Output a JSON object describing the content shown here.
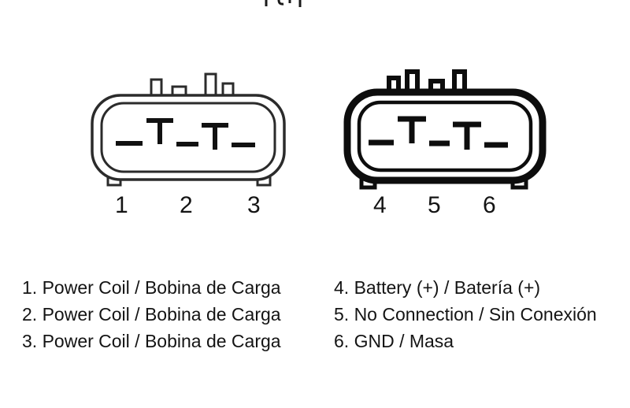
{
  "connectors": {
    "left": {
      "pins": [
        "1",
        "2",
        "3"
      ]
    },
    "right": {
      "pins": [
        "4",
        "5",
        "6"
      ]
    }
  },
  "legend": {
    "left": [
      "1. Power Coil / Bobina de Carga",
      "2. Power Coil / Bobina de Carga",
      "3. Power Coil / Bobina de Carga"
    ],
    "right": [
      "4. Battery (+) / Batería (+)",
      "5. No Connection / Sin Conexión",
      "6. GND / Masa"
    ]
  },
  "colors": {
    "line_thin": "#2b2b2b",
    "line_bold": "#0d0d0d",
    "background": "#ffffff"
  }
}
